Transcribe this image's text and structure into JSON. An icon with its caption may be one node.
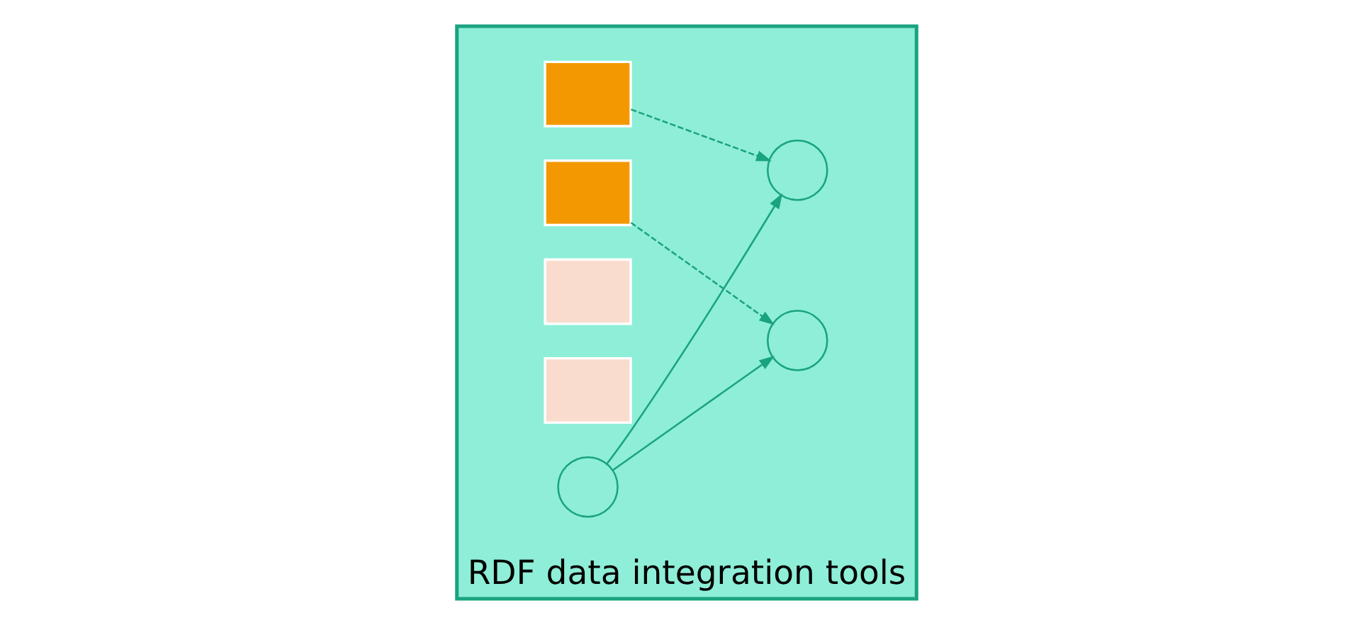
{
  "diagram": {
    "nodes": [
      {
        "text": [
          "RDF data integration tools"
        ]
      },
      {
        "text": [],
        "shape": "box",
        "in": 0
      },
      {
        "text": [],
        "shape": "box",
        "in": 0
      },
      {
        "text": [],
        "shape": "box",
        "in": 0
      },
      {
        "text": [],
        "shape": "box",
        "in": 0
      },
      {
        "text": [],
        "shape": "circle",
        "in": 0
      },
      {
        "text": [],
        "shape": "circle",
        "in": 0
      },
      {
        "text": [],
        "shape": "circle",
        "in": 0
      }
    ],
    "edges": [
      {
        "from": 1,
        "to": 5,
        "arrow": "to",
        "style": "dashed"
      },
      {
        "from": 2,
        "to": 7,
        "arrow": "to",
        "style": "dashed"
      },
      {
        "from": 6,
        "to": 5,
        "arrow": "to"
      },
      {
        "from": 6,
        "to": 7,
        "arrow": "to"
      }
    ]
  }
}
